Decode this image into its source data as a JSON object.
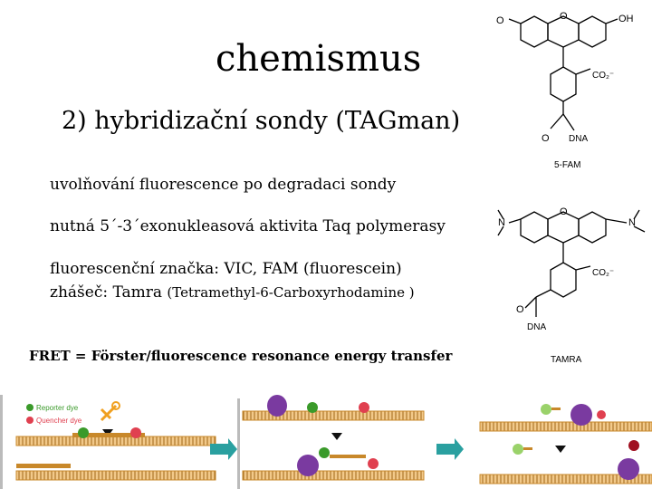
{
  "slide": {
    "title": "chemismus",
    "subtitle": "2) hybridizační sondy (TAGman)",
    "bullets": [
      "uvolňování fluorescence po degradaci sondy",
      "nutná 5´-3´exonukleasová aktivita Taq polymerasy",
      "fluorescenční značka: VIC, FAM (fluorescein)"
    ],
    "quencher_prefix": "zhášeč: Tamra ",
    "quencher_detail": "(Tetramethyl-6-Carboxyrhodamine )",
    "fret": "FRET = Förster/fluorescence resonance energy transfer"
  },
  "chem": {
    "fam_label": "5-FAM",
    "tamra_label": "TAMRA",
    "atom_o": "O",
    "atom_oh": "OH",
    "atom_n": "N",
    "co2": "CO₂⁻",
    "dna": "DNA"
  },
  "diagram": {
    "reporter_label": "Reporter dye",
    "quencher_label": "Quencher dye",
    "colors": {
      "strand": "#c8882a",
      "reporter": "#3a9a2a",
      "reporter_light": "#9ad26a",
      "quencher": "#e04050",
      "quencher_dark": "#a01020",
      "polymerase": "#7a3aa0",
      "arrow": "#2aa0a0",
      "scissors": "#f0a020"
    }
  }
}
